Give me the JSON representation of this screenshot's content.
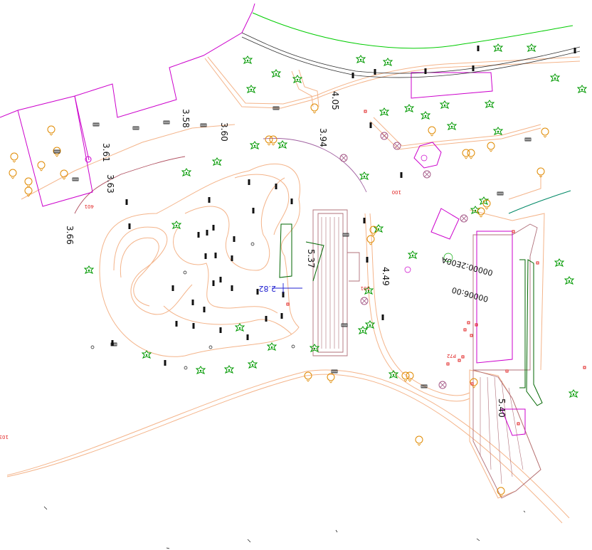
{
  "colors": {
    "road": "#f4b48a",
    "boundary": "#cc00cc",
    "hedge": "#00cc00",
    "tree": "#009900",
    "lamp": "#e08a00",
    "curb": "#b0707a",
    "darkgreen": "#006600",
    "teal": "#008866",
    "point": "#e02020",
    "black": "#111111"
  },
  "elevations": [
    "4.05",
    "3.58",
    "3.60",
    "3.94",
    "3.61",
    "3.63",
    "3.66",
    "5.37",
    "4.49",
    "5.40"
  ],
  "survey_codes": [
    "401",
    "100",
    "101",
    "P72",
    "103"
  ],
  "blue_label": "-2.82",
  "rotated_labels": [
    "00000:2E00A",
    "00006:00"
  ],
  "icons": [
    "tree-icon",
    "lamp-icon",
    "manhole-icon",
    "bench-icon",
    "post-icon"
  ]
}
